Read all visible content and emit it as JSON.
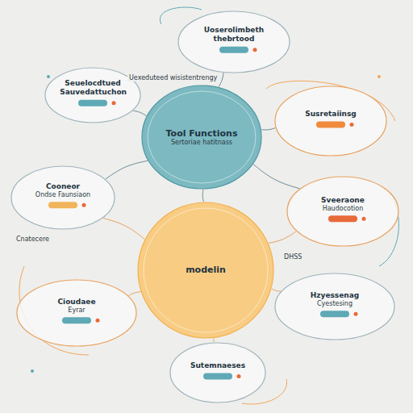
{
  "diagram": {
    "nodes": [
      {
        "text": [
          "Uoserolimbeth thebrtood"
        ]
      },
      {
        "text": [
          "Seuelocdtued Sauvedattuchon"
        ]
      },
      {
        "text": [
          "Tool Functions",
          "Sertoriae hatitnass"
        ]
      },
      {
        "text": [
          "Susretaiinsg"
        ]
      },
      {
        "text": [
          "Cooneor",
          "Ondse Faunsiaon"
        ]
      },
      {
        "text": [
          "Sveeraone",
          "Haudocotion"
        ]
      },
      {
        "text": [
          "modelin"
        ]
      },
      {
        "text": [
          "Cioudaee",
          "Eyrar"
        ]
      },
      {
        "text": [
          "Hzyessenag",
          "Cyestesing"
        ]
      },
      {
        "text": [
          "Sutemnaeses"
        ]
      }
    ],
    "edges": [
      {
        "from": 2,
        "to": 0,
        "arrow": "none"
      },
      {
        "from": 2,
        "to": 1,
        "arrow": "none"
      },
      {
        "from": 2,
        "to": 3,
        "arrow": "none"
      },
      {
        "from": 2,
        "to": 4,
        "arrow": "none"
      },
      {
        "from": 2,
        "to": 5,
        "arrow": "none"
      },
      {
        "from": 2,
        "to": 6,
        "arrow": "none"
      },
      {
        "from": 6,
        "to": 4,
        "arrow": "none"
      },
      {
        "from": 6,
        "to": 5,
        "arrow": "none"
      },
      {
        "from": 6,
        "to": 7,
        "arrow": "none"
      },
      {
        "from": 6,
        "to": 8,
        "arrow": "none"
      },
      {
        "from": 6,
        "to": 9,
        "arrow": "none"
      }
    ],
    "labels": [
      "Uexeduteed wisistentrengy",
      "Cnatecere",
      "DHSS"
    ]
  }
}
